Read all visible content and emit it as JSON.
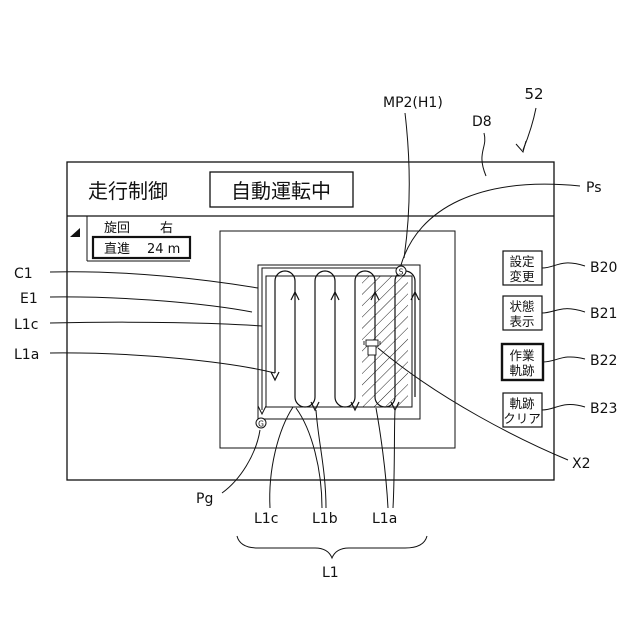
{
  "figure_number": "52",
  "callouts": {
    "mp2": "MP2(H1)",
    "d8": "D8",
    "ps": "Ps",
    "c1": "C1",
    "e1": "E1",
    "l1c_left": "L1c",
    "l1a_left": "L1a",
    "b20": "B20",
    "b21": "B21",
    "b22": "B22",
    "b23": "B23",
    "x2": "X2",
    "pg": "Pg",
    "l1c_bottom": "L1c",
    "l1b_bottom": "L1b",
    "l1a_bottom": "L1a",
    "l1": "L1"
  },
  "header": {
    "title": "走行制御",
    "mode": "自動運転中"
  },
  "info_panel": {
    "turn_label": "旋回",
    "turn_value": "右",
    "straight_label": "直進",
    "straight_value": "24 m"
  },
  "map": {
    "start_marker": "S",
    "goal_marker": "G"
  },
  "buttons": [
    {
      "line1": "設定",
      "line2": "変更"
    },
    {
      "line1": "状態",
      "line2": "表示"
    },
    {
      "line1": "作業",
      "line2": "軌跡"
    },
    {
      "line1": "軌跡",
      "line2": "クリア"
    }
  ]
}
